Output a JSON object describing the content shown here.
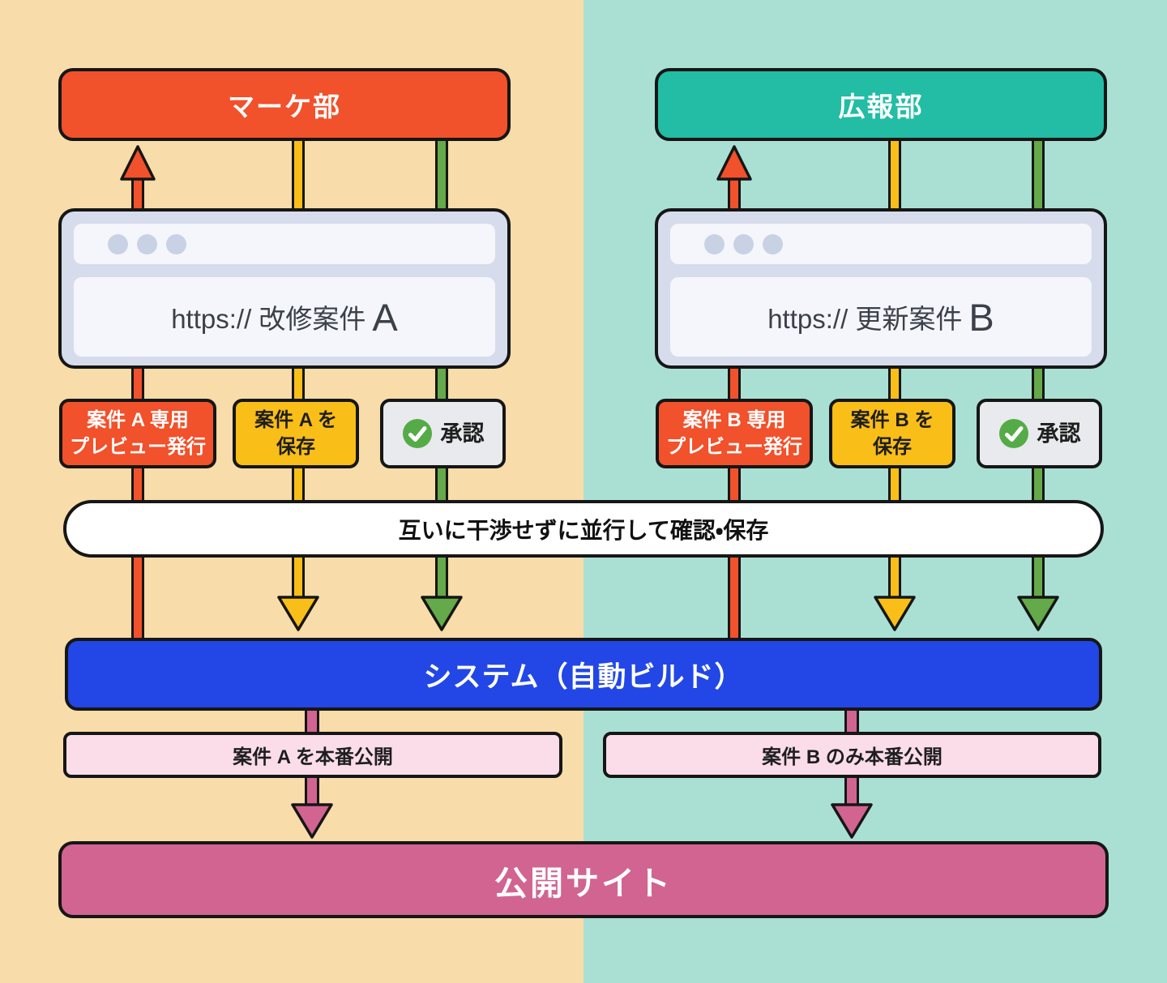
{
  "colors": {
    "background_left": "#F8DCA9",
    "background_right": "#AAE0D4",
    "orange": "#F1512B",
    "teal": "#22BDA4",
    "yellow": "#F9BE18",
    "green": "#64A94A",
    "check_green": "#55AB47",
    "blue": "#2247E6",
    "magenta": "#D16491",
    "light_pink": "#FADDE9",
    "approve_gray": "#E8EAED",
    "browser_frame": "#D6DCEB",
    "browser_panel": "#F4F6FB",
    "outline_black": "#161616"
  },
  "left": {
    "department": "マーケ部",
    "url_prefix": "https:// 改修案件",
    "url_letter": "A",
    "preview_line1": "案件 A 専用",
    "preview_line2": "プレビュー発行",
    "save_line1": "案件 A を",
    "save_line2": "保存",
    "approve": "承認",
    "publish": "案件 A を本番公開"
  },
  "right": {
    "department": "広報部",
    "url_prefix": "https:// 更新案件",
    "url_letter": "B",
    "preview_line1": "案件 B 専用",
    "preview_line2": "プレビュー発行",
    "save_line1": "案件 B を",
    "save_line2": "保存",
    "approve": "承認",
    "publish": "案件 B のみ本番公開"
  },
  "shared": {
    "parallel_note": "互いに干渉せずに並行して確認・保存",
    "system": "システム（自動ビルド）",
    "published_site": "公開サイト"
  }
}
